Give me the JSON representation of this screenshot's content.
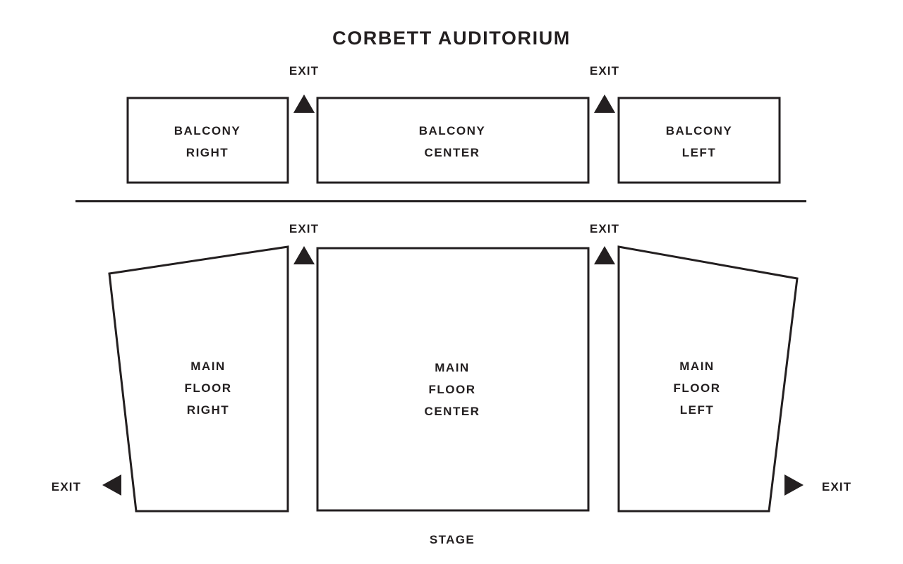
{
  "title": "CORBETT AUDITORIUM",
  "stage": {
    "label": "STAGE"
  },
  "balcony": {
    "sections": [
      {
        "id": "balcony-right",
        "line1": "BALCONY",
        "line2": "RIGHT"
      },
      {
        "id": "balcony-center",
        "line1": "BALCONY",
        "line2": "CENTER"
      },
      {
        "id": "balcony-left",
        "line1": "BALCONY",
        "line2": "LEFT"
      }
    ]
  },
  "main_floor": {
    "sections": [
      {
        "id": "main-floor-right",
        "line1": "MAIN",
        "line2": "FLOOR",
        "line3": "RIGHT"
      },
      {
        "id": "main-floor-center",
        "line1": "MAIN",
        "line2": "FLOOR",
        "line3": "CENTER"
      },
      {
        "id": "main-floor-left",
        "line1": "MAIN",
        "line2": "FLOOR",
        "line3": "LEFT"
      }
    ]
  },
  "exits": [
    {
      "id": "balcony-exit-right",
      "label": "EXIT",
      "direction": "up"
    },
    {
      "id": "balcony-exit-left",
      "label": "EXIT",
      "direction": "up"
    },
    {
      "id": "main-floor-exit-right",
      "label": "EXIT",
      "direction": "up"
    },
    {
      "id": "main-floor-exit-left",
      "label": "EXIT",
      "direction": "up"
    },
    {
      "id": "side-exit-right",
      "label": "EXIT",
      "direction": "left"
    },
    {
      "id": "side-exit-left",
      "label": "EXIT",
      "direction": "right"
    }
  ],
  "colors": {
    "ink": "#231f20",
    "background": "#ffffff"
  }
}
